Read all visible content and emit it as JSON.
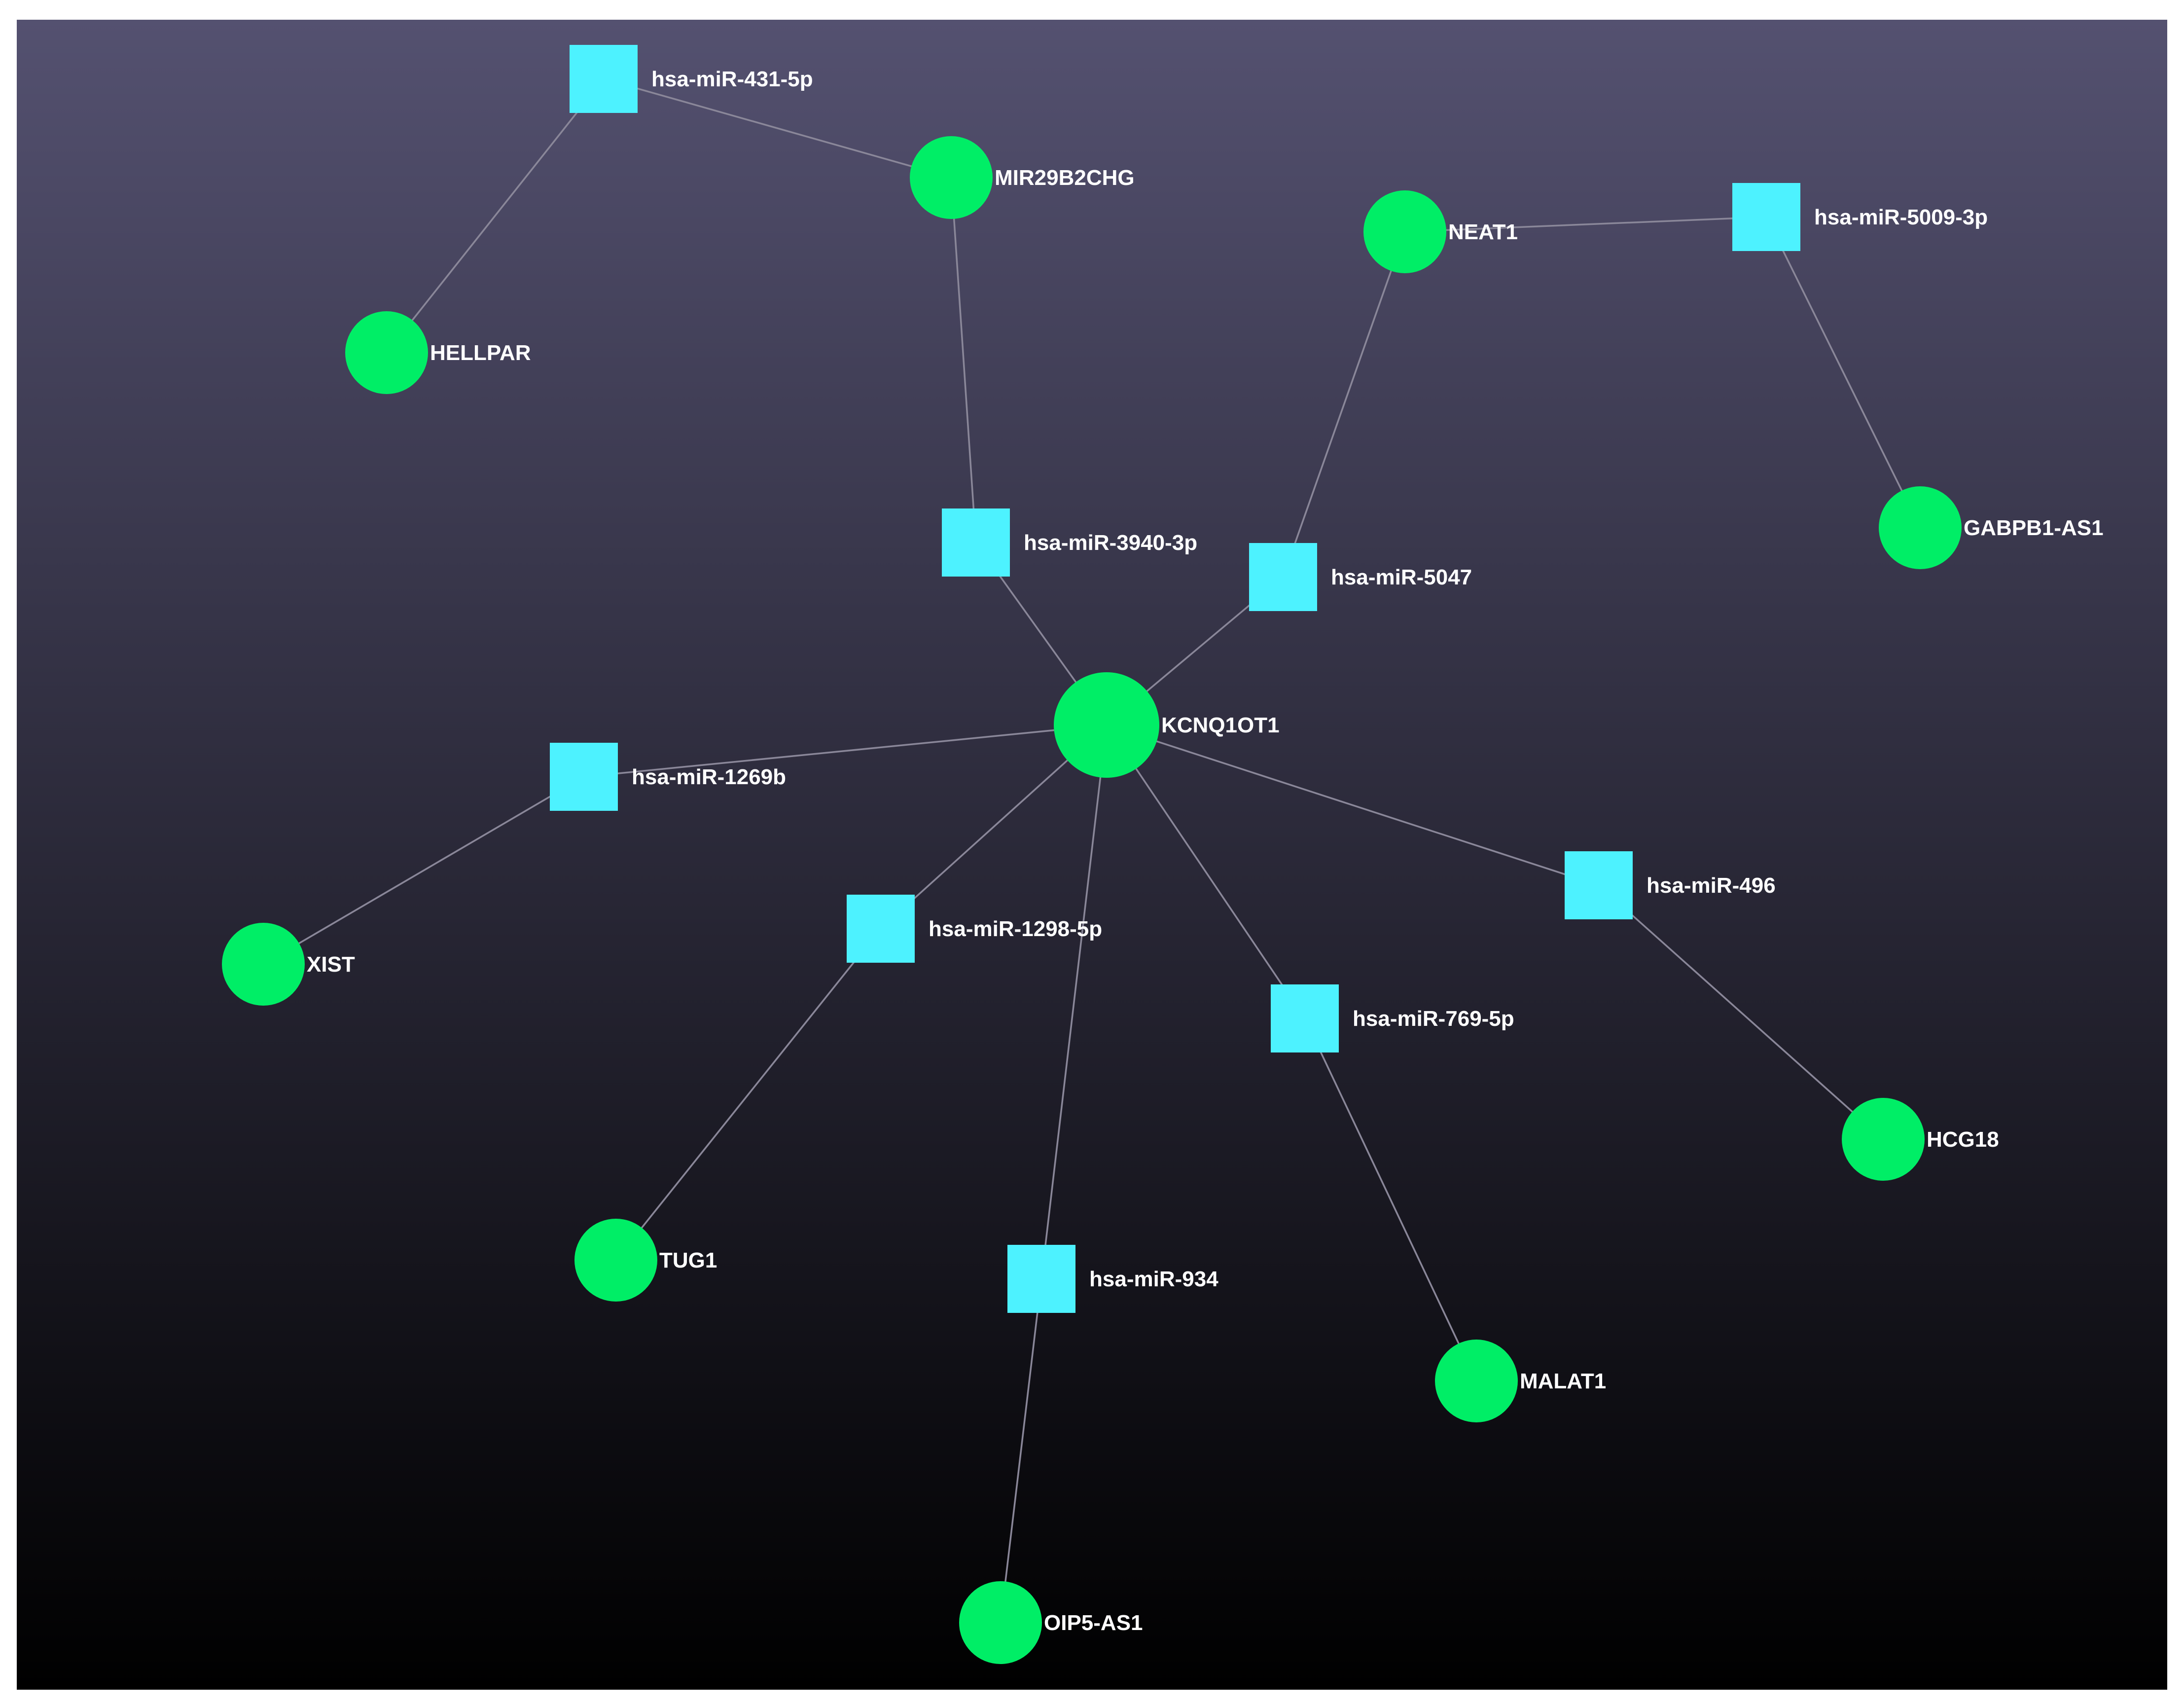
{
  "colors": {
    "background_top": "#545170",
    "background_bottom": "#000000",
    "lncrna_node": "#00ee66",
    "mirna_node": "#4df2ff",
    "edge": "#8a8799",
    "label": "#ffffff"
  },
  "nodes": [
    {
      "id": "KCNQ1OT1",
      "label": "KCNQ1OT1",
      "kind": "lncRNA",
      "shape": "circle",
      "size": "large"
    },
    {
      "id": "MIR29B2CHG",
      "label": "MIR29B2CHG",
      "kind": "lncRNA",
      "shape": "circle",
      "size": "medium"
    },
    {
      "id": "HELLPAR",
      "label": "HELLPAR",
      "kind": "lncRNA",
      "shape": "circle",
      "size": "medium"
    },
    {
      "id": "NEAT1",
      "label": "NEAT1",
      "kind": "lncRNA",
      "shape": "circle",
      "size": "medium"
    },
    {
      "id": "GABPB1-AS1",
      "label": "GABPB1-AS1",
      "kind": "lncRNA",
      "shape": "circle",
      "size": "medium"
    },
    {
      "id": "XIST",
      "label": "XIST",
      "kind": "lncRNA",
      "shape": "circle",
      "size": "medium"
    },
    {
      "id": "TUG1",
      "label": "TUG1",
      "kind": "lncRNA",
      "shape": "circle",
      "size": "medium"
    },
    {
      "id": "OIP5-AS1",
      "label": "OIP5-AS1",
      "kind": "lncRNA",
      "shape": "circle",
      "size": "medium"
    },
    {
      "id": "MALAT1",
      "label": "MALAT1",
      "kind": "lncRNA",
      "shape": "circle",
      "size": "medium"
    },
    {
      "id": "HCG18",
      "label": "HCG18",
      "kind": "lncRNA",
      "shape": "circle",
      "size": "medium"
    },
    {
      "id": "hsa-miR-431-5p",
      "label": "hsa-miR-431-5p",
      "kind": "miRNA",
      "shape": "square"
    },
    {
      "id": "hsa-miR-5009-3p",
      "label": "hsa-miR-5009-3p",
      "kind": "miRNA",
      "shape": "square"
    },
    {
      "id": "hsa-miR-3940-3p",
      "label": "hsa-miR-3940-3p",
      "kind": "miRNA",
      "shape": "square"
    },
    {
      "id": "hsa-miR-5047",
      "label": "hsa-miR-5047",
      "kind": "miRNA",
      "shape": "square"
    },
    {
      "id": "hsa-miR-1269b",
      "label": "hsa-miR-1269b",
      "kind": "miRNA",
      "shape": "square"
    },
    {
      "id": "hsa-miR-1298-5p",
      "label": "hsa-miR-1298-5p",
      "kind": "miRNA",
      "shape": "square"
    },
    {
      "id": "hsa-miR-496",
      "label": "hsa-miR-496",
      "kind": "miRNA",
      "shape": "square"
    },
    {
      "id": "hsa-miR-769-5p",
      "label": "hsa-miR-769-5p",
      "kind": "miRNA",
      "shape": "square"
    },
    {
      "id": "hsa-miR-934",
      "label": "hsa-miR-934",
      "kind": "miRNA",
      "shape": "square"
    }
  ],
  "edges": [
    {
      "source": "hsa-miR-431-5p",
      "target": "MIR29B2CHG"
    },
    {
      "source": "hsa-miR-431-5p",
      "target": "HELLPAR"
    },
    {
      "source": "MIR29B2CHG",
      "target": "hsa-miR-3940-3p"
    },
    {
      "source": "NEAT1",
      "target": "hsa-miR-5009-3p"
    },
    {
      "source": "NEAT1",
      "target": "hsa-miR-5047"
    },
    {
      "source": "hsa-miR-5009-3p",
      "target": "GABPB1-AS1"
    },
    {
      "source": "hsa-miR-3940-3p",
      "target": "KCNQ1OT1"
    },
    {
      "source": "hsa-miR-5047",
      "target": "KCNQ1OT1"
    },
    {
      "source": "KCNQ1OT1",
      "target": "hsa-miR-1269b"
    },
    {
      "source": "hsa-miR-1269b",
      "target": "XIST"
    },
    {
      "source": "KCNQ1OT1",
      "target": "hsa-miR-1298-5p"
    },
    {
      "source": "hsa-miR-1298-5p",
      "target": "TUG1"
    },
    {
      "source": "KCNQ1OT1",
      "target": "hsa-miR-934"
    },
    {
      "source": "hsa-miR-934",
      "target": "OIP5-AS1"
    },
    {
      "source": "KCNQ1OT1",
      "target": "hsa-miR-769-5p"
    },
    {
      "source": "hsa-miR-769-5p",
      "target": "MALAT1"
    },
    {
      "source": "KCNQ1OT1",
      "target": "hsa-miR-496"
    },
    {
      "source": "hsa-miR-496",
      "target": "HCG18"
    }
  ]
}
